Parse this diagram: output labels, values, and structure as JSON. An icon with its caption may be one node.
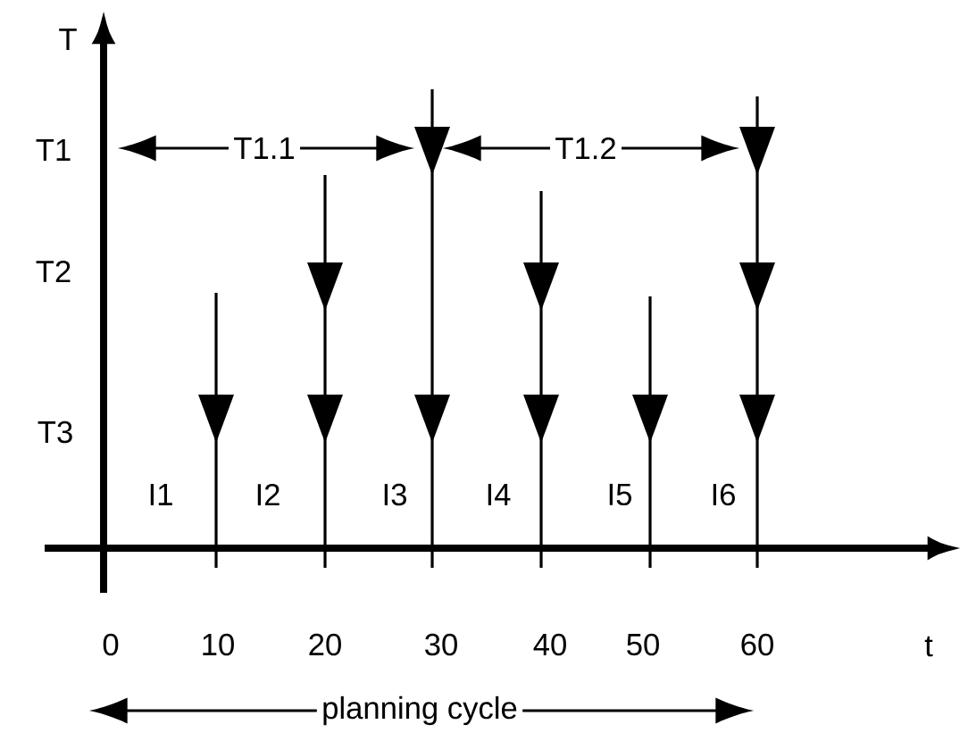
{
  "diagram": {
    "labels": [
      "T",
      "T1",
      "T1.1",
      "T1.2",
      "T2",
      "T3",
      "I1",
      "I2",
      "I3",
      "I4",
      "I5",
      "I6",
      "0",
      "10",
      "20",
      "30",
      "40",
      "50",
      "60",
      "t",
      "planning cycle"
    ]
  }
}
